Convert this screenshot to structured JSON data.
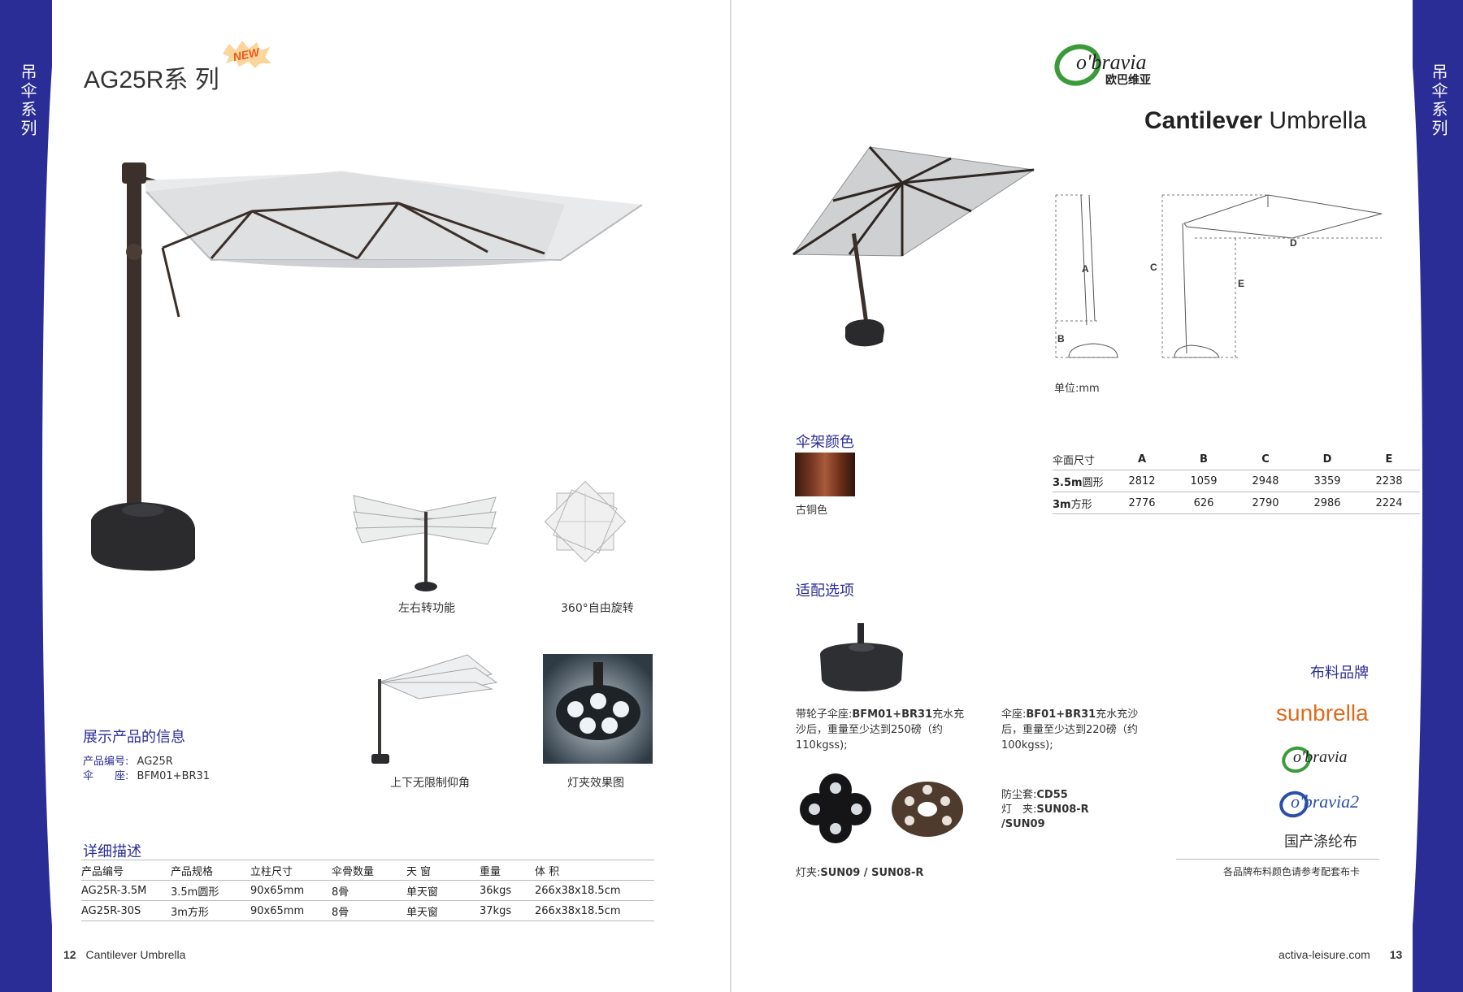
{
  "side_tab": "吊伞系列",
  "left": {
    "series_title": "AG25R系 列",
    "new_badge": "NEW",
    "features": [
      {
        "caption": "左右转功能"
      },
      {
        "caption": "360°自由旋转"
      },
      {
        "caption": "上下无限制仰角"
      },
      {
        "caption": "灯夹效果图"
      }
    ],
    "display_info": {
      "heading": "展示产品的信息",
      "rows": [
        {
          "label": "产品编号:",
          "value": "AG25R"
        },
        {
          "label": "伞　　座:",
          "value": "BFM01+BR31"
        }
      ]
    },
    "details": {
      "heading": "详细描述",
      "columns": [
        "产品编号",
        "产品规格",
        "立柱尺寸",
        "伞骨数量",
        "天 窗",
        "重量",
        "体 积"
      ],
      "rows": [
        [
          "AG25R-3.5M",
          "3.5m圆形",
          "90x65mm",
          "8骨",
          "单天窗",
          "36kgs",
          "266x38x18.5cm"
        ],
        [
          "AG25R-30S",
          "3m方形",
          "90x65mm",
          "8骨",
          "单天窗",
          "37kgs",
          "266x38x18.5cm"
        ]
      ]
    },
    "footer": {
      "page": "12",
      "title": "Cantilever Umbrella"
    }
  },
  "right": {
    "logo_text": "o'bravia",
    "logo_cn": "欧巴维亚",
    "title_bold": "Cantilever",
    "title_rest": " Umbrella",
    "diagram_labels": [
      "A",
      "B",
      "C",
      "D",
      "E"
    ],
    "unit": "单位:mm",
    "frame_color": {
      "heading": "伞架颜色",
      "swatch_label": "古铜色",
      "hex": "#7b3a24"
    },
    "dimensions": {
      "columns": [
        "伞面尺寸",
        "A",
        "B",
        "C",
        "D",
        "E"
      ],
      "rows": [
        {
          "size_bold": "3.5m",
          "size_rest": "圆形",
          "values": [
            "2812",
            "1059",
            "2948",
            "3359",
            "2238"
          ]
        },
        {
          "size_bold": "3m",
          "size_rest": "方形",
          "values": [
            "2776",
            "626",
            "2790",
            "2986",
            "2224"
          ]
        }
      ]
    },
    "options": {
      "heading": "适配选项",
      "base_wheel": {
        "prefix": "带轮子伞座:",
        "code": "BFM01+BR31",
        "desc": "充水充沙后，重量至少达到250磅（约110kgss);"
      },
      "base": {
        "prefix": "伞座:",
        "code": "BF01+BR31",
        "desc": "充水充沙后，重量至少达到220磅（约100kgss);"
      },
      "cover": {
        "prefix": "防尘套:",
        "code": "CD55"
      },
      "light": {
        "prefix": "灯　夹:",
        "code": "SUN08-R",
        "code2": "/SUN09"
      },
      "light_clip": {
        "prefix": "灯夹:",
        "code": "SUN09 / SUN08-R"
      }
    },
    "fabric": {
      "heading": "布料品牌",
      "brands": [
        "sunbrella",
        "o'bravia",
        "o'bravia2"
      ],
      "domestic": "国产涤纶布",
      "note": "各品牌布料颜色请参考配套布卡"
    },
    "footer": {
      "url": "activa-leisure.com",
      "page": "13"
    }
  },
  "colors": {
    "accent": "#2b2d96",
    "sunbrella": "#e06a1c",
    "obravia_green": "#3b9a3a"
  }
}
